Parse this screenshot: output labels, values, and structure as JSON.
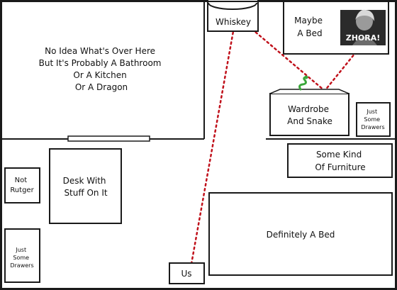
{
  "rooms": {
    "unknown_area": [
      "No Idea What's Over Here",
      "But It's Probably A Bathroom",
      "Or A Kitchen",
      "Or A Dragon"
    ]
  },
  "furniture": {
    "whiskey": [
      "Whiskey"
    ],
    "maybe_bed": [
      "Maybe",
      "A Bed"
    ],
    "zhora_badge": "ZHORA!",
    "wardrobe": [
      "Wardrobe",
      "And Snake"
    ],
    "drawers_top": [
      "Just",
      "Some",
      "Drawers"
    ],
    "some_furniture": [
      "Some Kind",
      "Of Furniture"
    ],
    "desk": [
      "Desk With",
      "Stuff On It"
    ],
    "not_rutger": [
      "Not",
      "Rutger"
    ],
    "drawers_bottom": [
      "Just",
      "Some",
      "Drawers"
    ],
    "definitely_bed": [
      "Definitely A Bed"
    ],
    "us": [
      "Us"
    ]
  },
  "colors": {
    "wall": "#1a1a1a",
    "path": "#c0111b",
    "snake": "#3aa63a",
    "photo_bg": "#2b2b2b"
  },
  "icons": {
    "snake": "snake-icon",
    "photo": "portrait-photo"
  }
}
